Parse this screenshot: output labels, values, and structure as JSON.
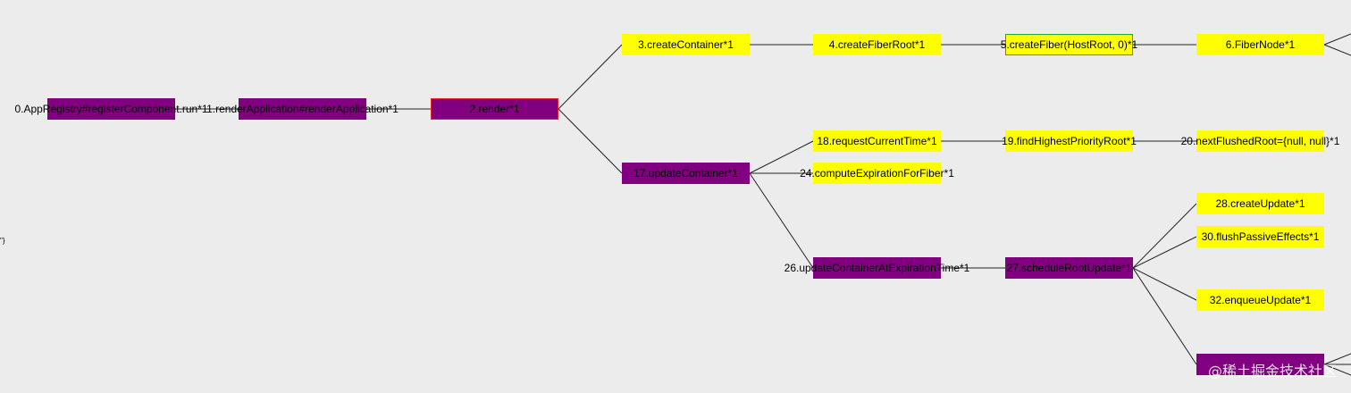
{
  "diagram": {
    "colors": {
      "yellow": "#ffff00",
      "purple": "#800080",
      "edge": "#222222",
      "highlight_red": "#e8232a",
      "highlight_green": "#2aa52a",
      "background": "#ececec"
    },
    "nodes": [
      {
        "id": "n0",
        "label": "0.AppRegistry#registerComponent.run*1",
        "color": "purple"
      },
      {
        "id": "n1",
        "label": "1.renderApplication#renderApplication*1",
        "color": "purple"
      },
      {
        "id": "n2",
        "label": "2.render*1",
        "color": "purple",
        "highlight": "red"
      },
      {
        "id": "n3",
        "label": "3.createContainer*1",
        "color": "yellow"
      },
      {
        "id": "n4",
        "label": "4.createFiberRoot*1",
        "color": "yellow"
      },
      {
        "id": "n5",
        "label": "5.createFiber(HostRoot, 0)*1",
        "color": "yellow",
        "highlight": "green"
      },
      {
        "id": "n6",
        "label": "6.FiberNode*1",
        "color": "yellow"
      },
      {
        "id": "n17",
        "label": "17.updateContainer*1",
        "color": "purple"
      },
      {
        "id": "n18",
        "label": "18.requestCurrentTime*1",
        "color": "yellow"
      },
      {
        "id": "n19",
        "label": "19.findHighestPriorityRoot*1",
        "color": "yellow"
      },
      {
        "id": "n20",
        "label": "20.nextFlushedRoot={null, null}*1",
        "color": "yellow"
      },
      {
        "id": "n24",
        "label": "24.computeExpirationForFiber*1",
        "color": "yellow"
      },
      {
        "id": "n26",
        "label": "26.updateContainerAtExpirationTime*1",
        "color": "purple"
      },
      {
        "id": "n27",
        "label": "27.scheduleRootUpdate*1",
        "color": "purple"
      },
      {
        "id": "n28",
        "label": "28.createUpdate*1",
        "color": "yellow"
      },
      {
        "id": "n30",
        "label": "30.flushPassiveEffects*1",
        "color": "yellow"
      },
      {
        "id": "n32",
        "label": "32.enqueueUpdate*1",
        "color": "yellow"
      },
      {
        "id": "n34",
        "label": "",
        "color": "purple"
      }
    ],
    "edges": [
      [
        "n0",
        "n1"
      ],
      [
        "n1",
        "n2"
      ],
      [
        "n2",
        "n3"
      ],
      [
        "n2",
        "n17"
      ],
      [
        "n3",
        "n4"
      ],
      [
        "n4",
        "n5"
      ],
      [
        "n5",
        "n6"
      ],
      [
        "n17",
        "n18"
      ],
      [
        "n18",
        "n19"
      ],
      [
        "n19",
        "n20"
      ],
      [
        "n17",
        "n24"
      ],
      [
        "n17",
        "n26"
      ],
      [
        "n26",
        "n27"
      ],
      [
        "n27",
        "n28"
      ],
      [
        "n27",
        "n30"
      ],
      [
        "n27",
        "n32"
      ],
      [
        "n27",
        "n34"
      ]
    ],
    "stray_text": "\"}",
    "watermark": "@稀土掘金技术社区"
  }
}
